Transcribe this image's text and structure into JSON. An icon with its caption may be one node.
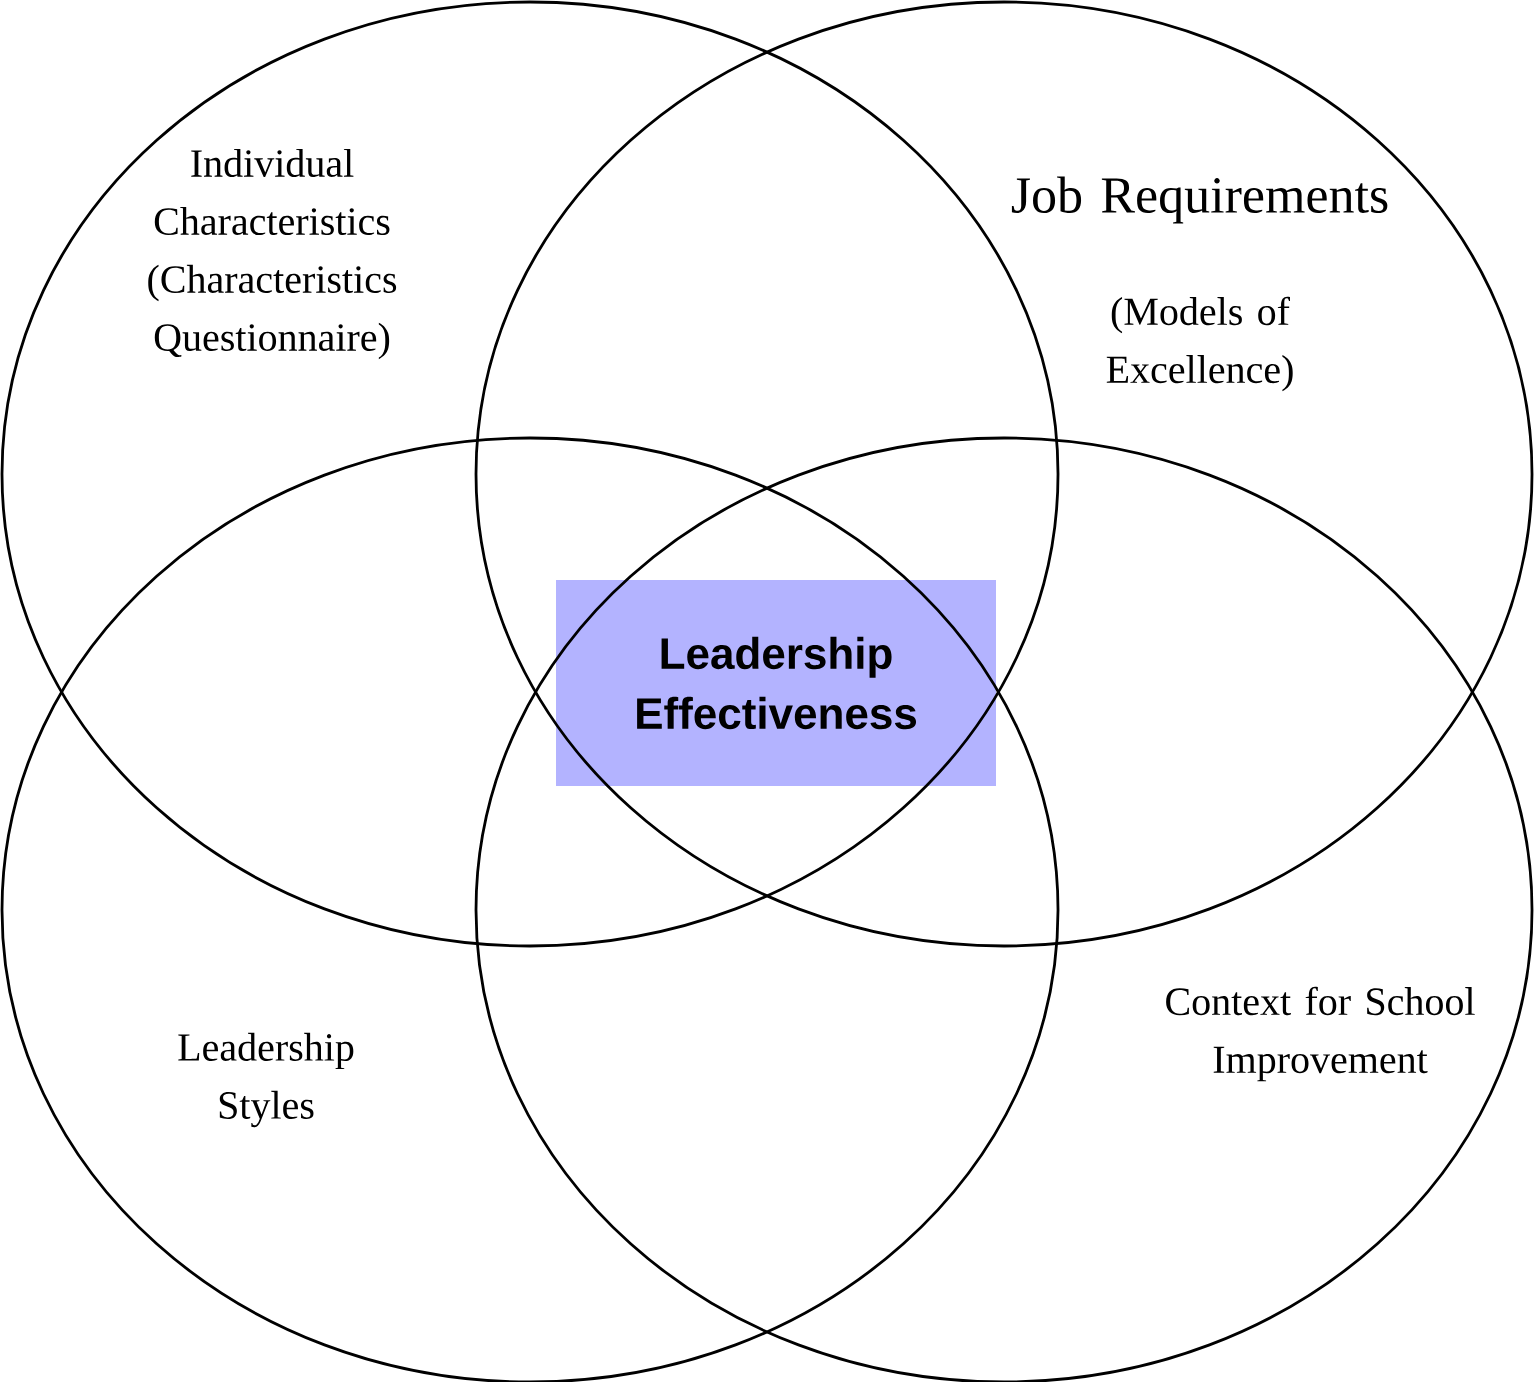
{
  "diagram": {
    "nodes": [
      {
        "text": [
          "Individual Characteristics",
          "(Characteristics Questionnaire)"
        ]
      },
      {
        "text": [
          "Job Requirements",
          "(Models of Excellence)"
        ]
      },
      {
        "text": [
          "Leadership Styles"
        ]
      },
      {
        "text": [
          "Context for School Improvement"
        ]
      },
      {
        "text": [
          "Leadership Effectiveness"
        ]
      }
    ]
  }
}
